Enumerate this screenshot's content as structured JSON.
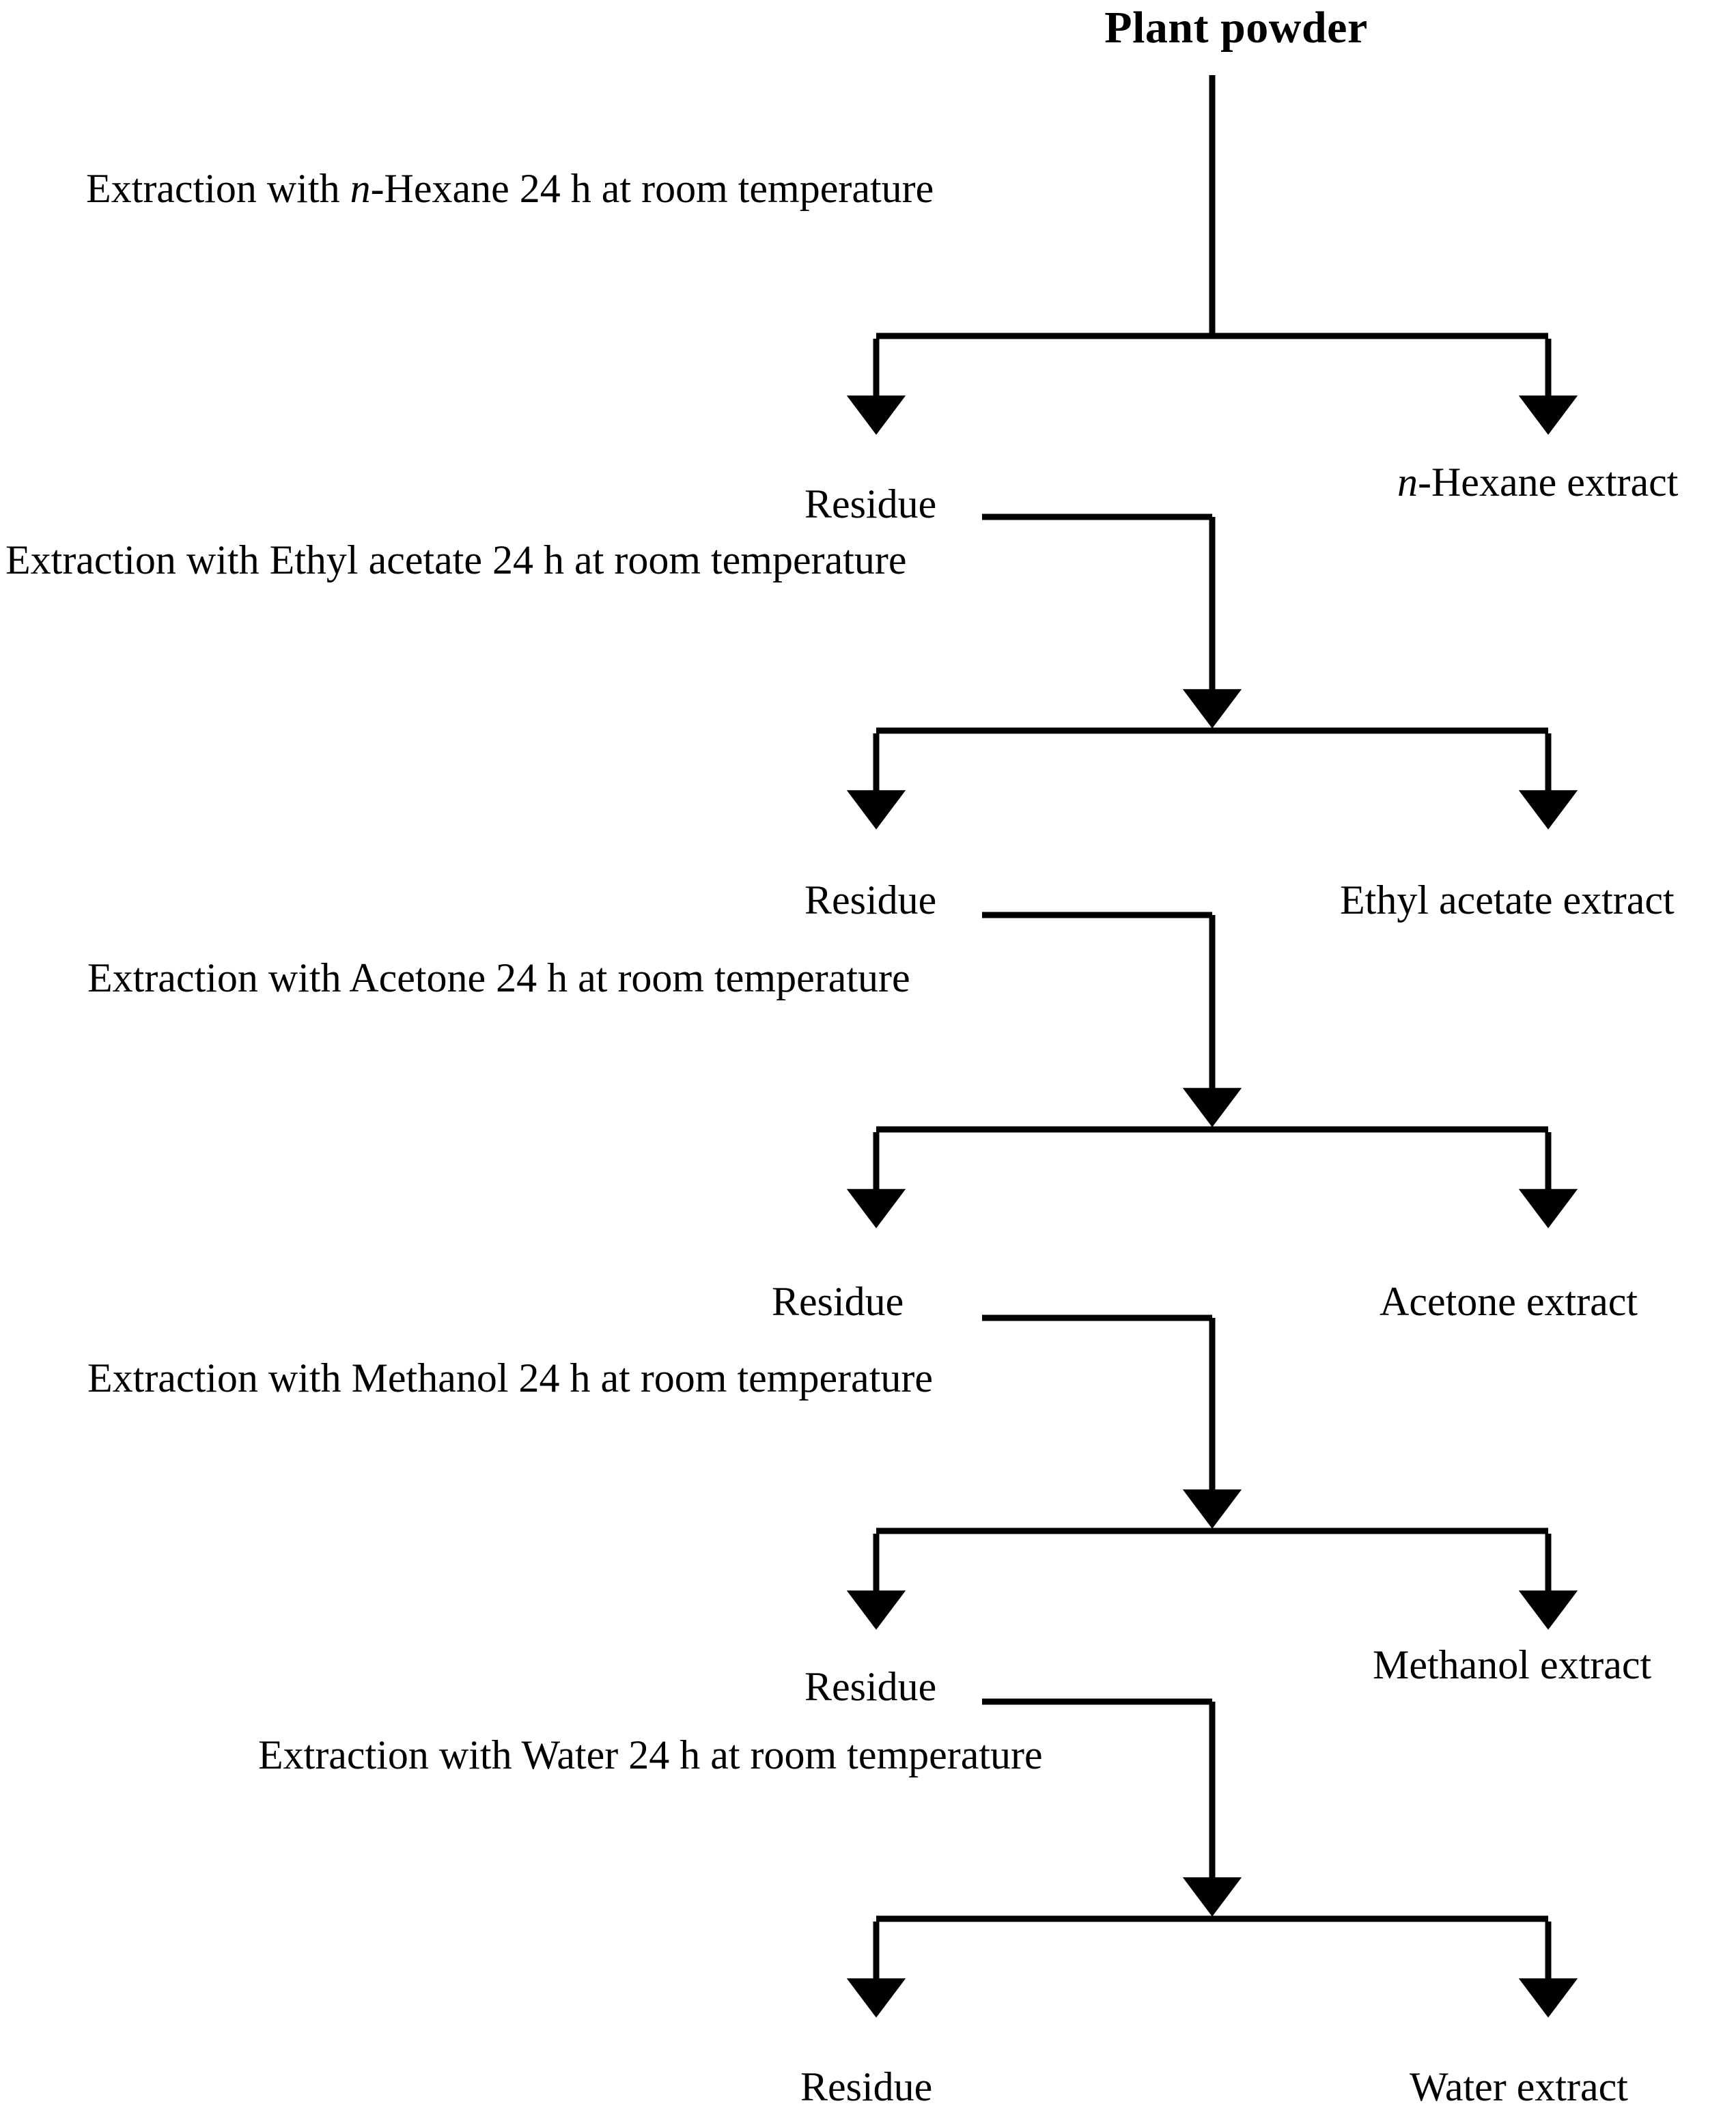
{
  "diagram": {
    "type": "flowchart",
    "title": "Plant powder",
    "orientation": "top-to-bottom sequential solvent extraction",
    "background_color": "#ffffff",
    "line_color": "#000000",
    "text_color": "#000000",
    "root": {
      "label": "Plant powder",
      "bold": true
    },
    "steps": [
      {
        "index": 1,
        "instruction_prefix": "Extraction with ",
        "solvent": "n-Hexane",
        "solvent_italic_prefix": "n",
        "solvent_rest": "-Hexane",
        "instruction_suffix": " 24 h at room temperature",
        "instruction_full": "Extraction with n-Hexane 24 h at room temperature",
        "residue_label": "Residue",
        "extract_label": "n-Hexane extract",
        "extract_italic_prefix": "n",
        "extract_rest": "-Hexane extract"
      },
      {
        "index": 2,
        "instruction_prefix": "Extraction with ",
        "solvent": "Ethyl acetate",
        "instruction_suffix": " 24 h at room temperature",
        "instruction_full": "Extraction with Ethyl acetate 24 h at room temperature",
        "residue_label": "Residue",
        "extract_label": "Ethyl acetate extract"
      },
      {
        "index": 3,
        "instruction_prefix": "Extraction with ",
        "solvent": "Acetone",
        "instruction_suffix": " 24 h at room temperature",
        "instruction_full": "Extraction with Acetone 24 h at room temperature",
        "residue_label": "Residue",
        "extract_label": "Acetone extract"
      },
      {
        "index": 4,
        "instruction_prefix": "Extraction with ",
        "solvent": "Methanol",
        "instruction_suffix": " 24 h at room temperature",
        "instruction_full": "Extraction with Methanol 24 h at room temperature",
        "residue_label": "Residue",
        "extract_label": "Methanol extract"
      },
      {
        "index": 5,
        "instruction_prefix": "Extraction with ",
        "solvent": "Water",
        "instruction_suffix": " 24 h at room temperature",
        "instruction_full": "Extraction with Water 24 h at room temperature",
        "residue_label": "Residue",
        "extract_label": "Water extract"
      }
    ],
    "final": {
      "residue_label": "Residue",
      "extract_label": "Water extract"
    }
  }
}
